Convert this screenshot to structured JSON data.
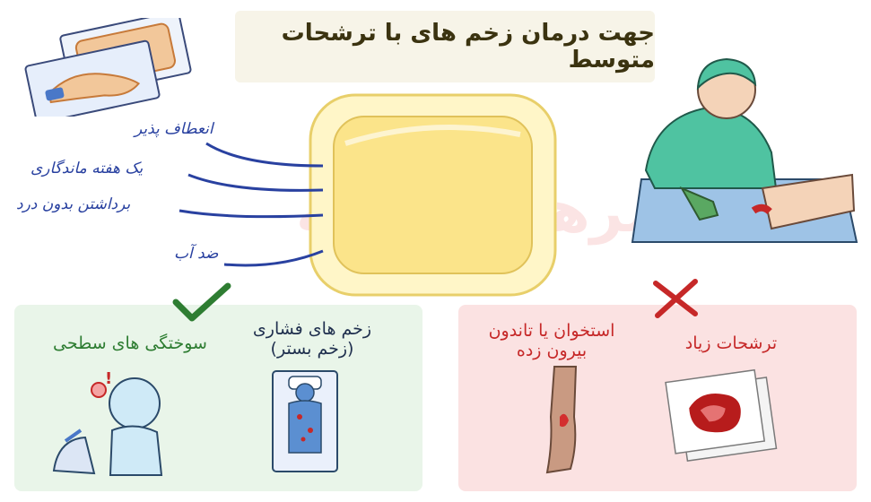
{
  "title": "جهت درمان زخم های با ترشحات متوسط",
  "features": [
    "انعطاف پذیر",
    "یک هفته ماندگاری",
    "برداشتن بدون درد",
    "ضد آب"
  ],
  "suitable": {
    "check_icon": "check-icon",
    "items": [
      {
        "label_line1": "زخم های فشاری",
        "label_line2": "(زخم بستر)"
      },
      {
        "label_line1": "سوختگی های سطحی"
      }
    ]
  },
  "not_suitable": {
    "cross_icon": "cross-icon",
    "items": [
      {
        "label_line1": "استخوان یا تاندون",
        "label_line2": "بیرون زده"
      },
      {
        "label_line1": "ترشحات زیاد"
      }
    ]
  },
  "watermark": "مرهم اندیشه",
  "colors": {
    "green_accent": "#2e7d32",
    "red_accent": "#c62828",
    "title_bg": "#f7f4e8",
    "dressing_yellow": "#fbe48a"
  }
}
